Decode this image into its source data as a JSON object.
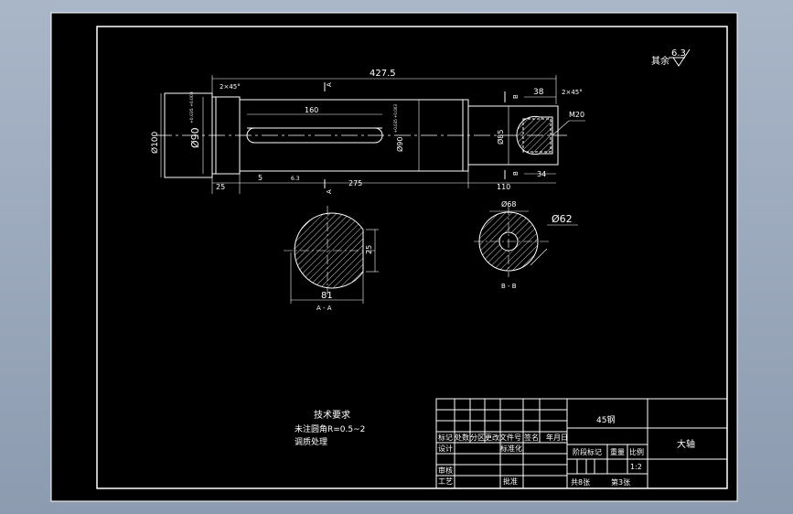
{
  "drawing": {
    "roughness": {
      "prefix": "其余",
      "value": "6.3"
    },
    "dims": {
      "overall_length": "427.5",
      "chamfer_left": "2×45°",
      "chamfer_right": "2×45°",
      "keyway_length": "160",
      "dia_100": "Ø100",
      "dia_90_main": "Ø90",
      "dia_90_main_tol": "+0.035 +0.003",
      "dia_90_right": "Ø90",
      "dia_90_right_tol": "+0.035 +0.003",
      "dia_85": "Ø85",
      "len_38": "38",
      "thread_m20": "M20",
      "len_25": "25",
      "len_5": "5",
      "len_275": "275",
      "len_110": "110",
      "len_34": "34",
      "roughness_small": "6.3"
    },
    "section_markers": {
      "a_top": "A",
      "a_bottom": "A",
      "b_top": "B",
      "b_bottom": "B"
    },
    "section_aa": {
      "dim_81": "81",
      "dim_25": "25",
      "label": "A - A"
    },
    "section_bb": {
      "dim_68": "Ø68",
      "dim_62": "Ø62",
      "label": "B - B"
    }
  },
  "tech_req": {
    "title": "技术要求",
    "line1": "未注圆角R=0.5~2",
    "line2": "调质处理"
  },
  "title_block": {
    "material": "45钢",
    "part_name": "大轴",
    "scale": "1:2",
    "header_row": [
      "标记",
      "处数",
      "分区",
      "更改文件号",
      "签名",
      "年月日"
    ],
    "design": "设计",
    "standard": "标准化",
    "check": "审核",
    "process": "工艺",
    "approve": "批准",
    "stage_mark": "阶段标记",
    "weight": "重量",
    "ratio": "比例",
    "sheets_total": "共8张",
    "sheet_no": "第3张"
  },
  "colors": {
    "paper": "#000000",
    "line": "#ffffff",
    "dim": "#ffffff",
    "frame_bg": "#a9b6c8"
  }
}
